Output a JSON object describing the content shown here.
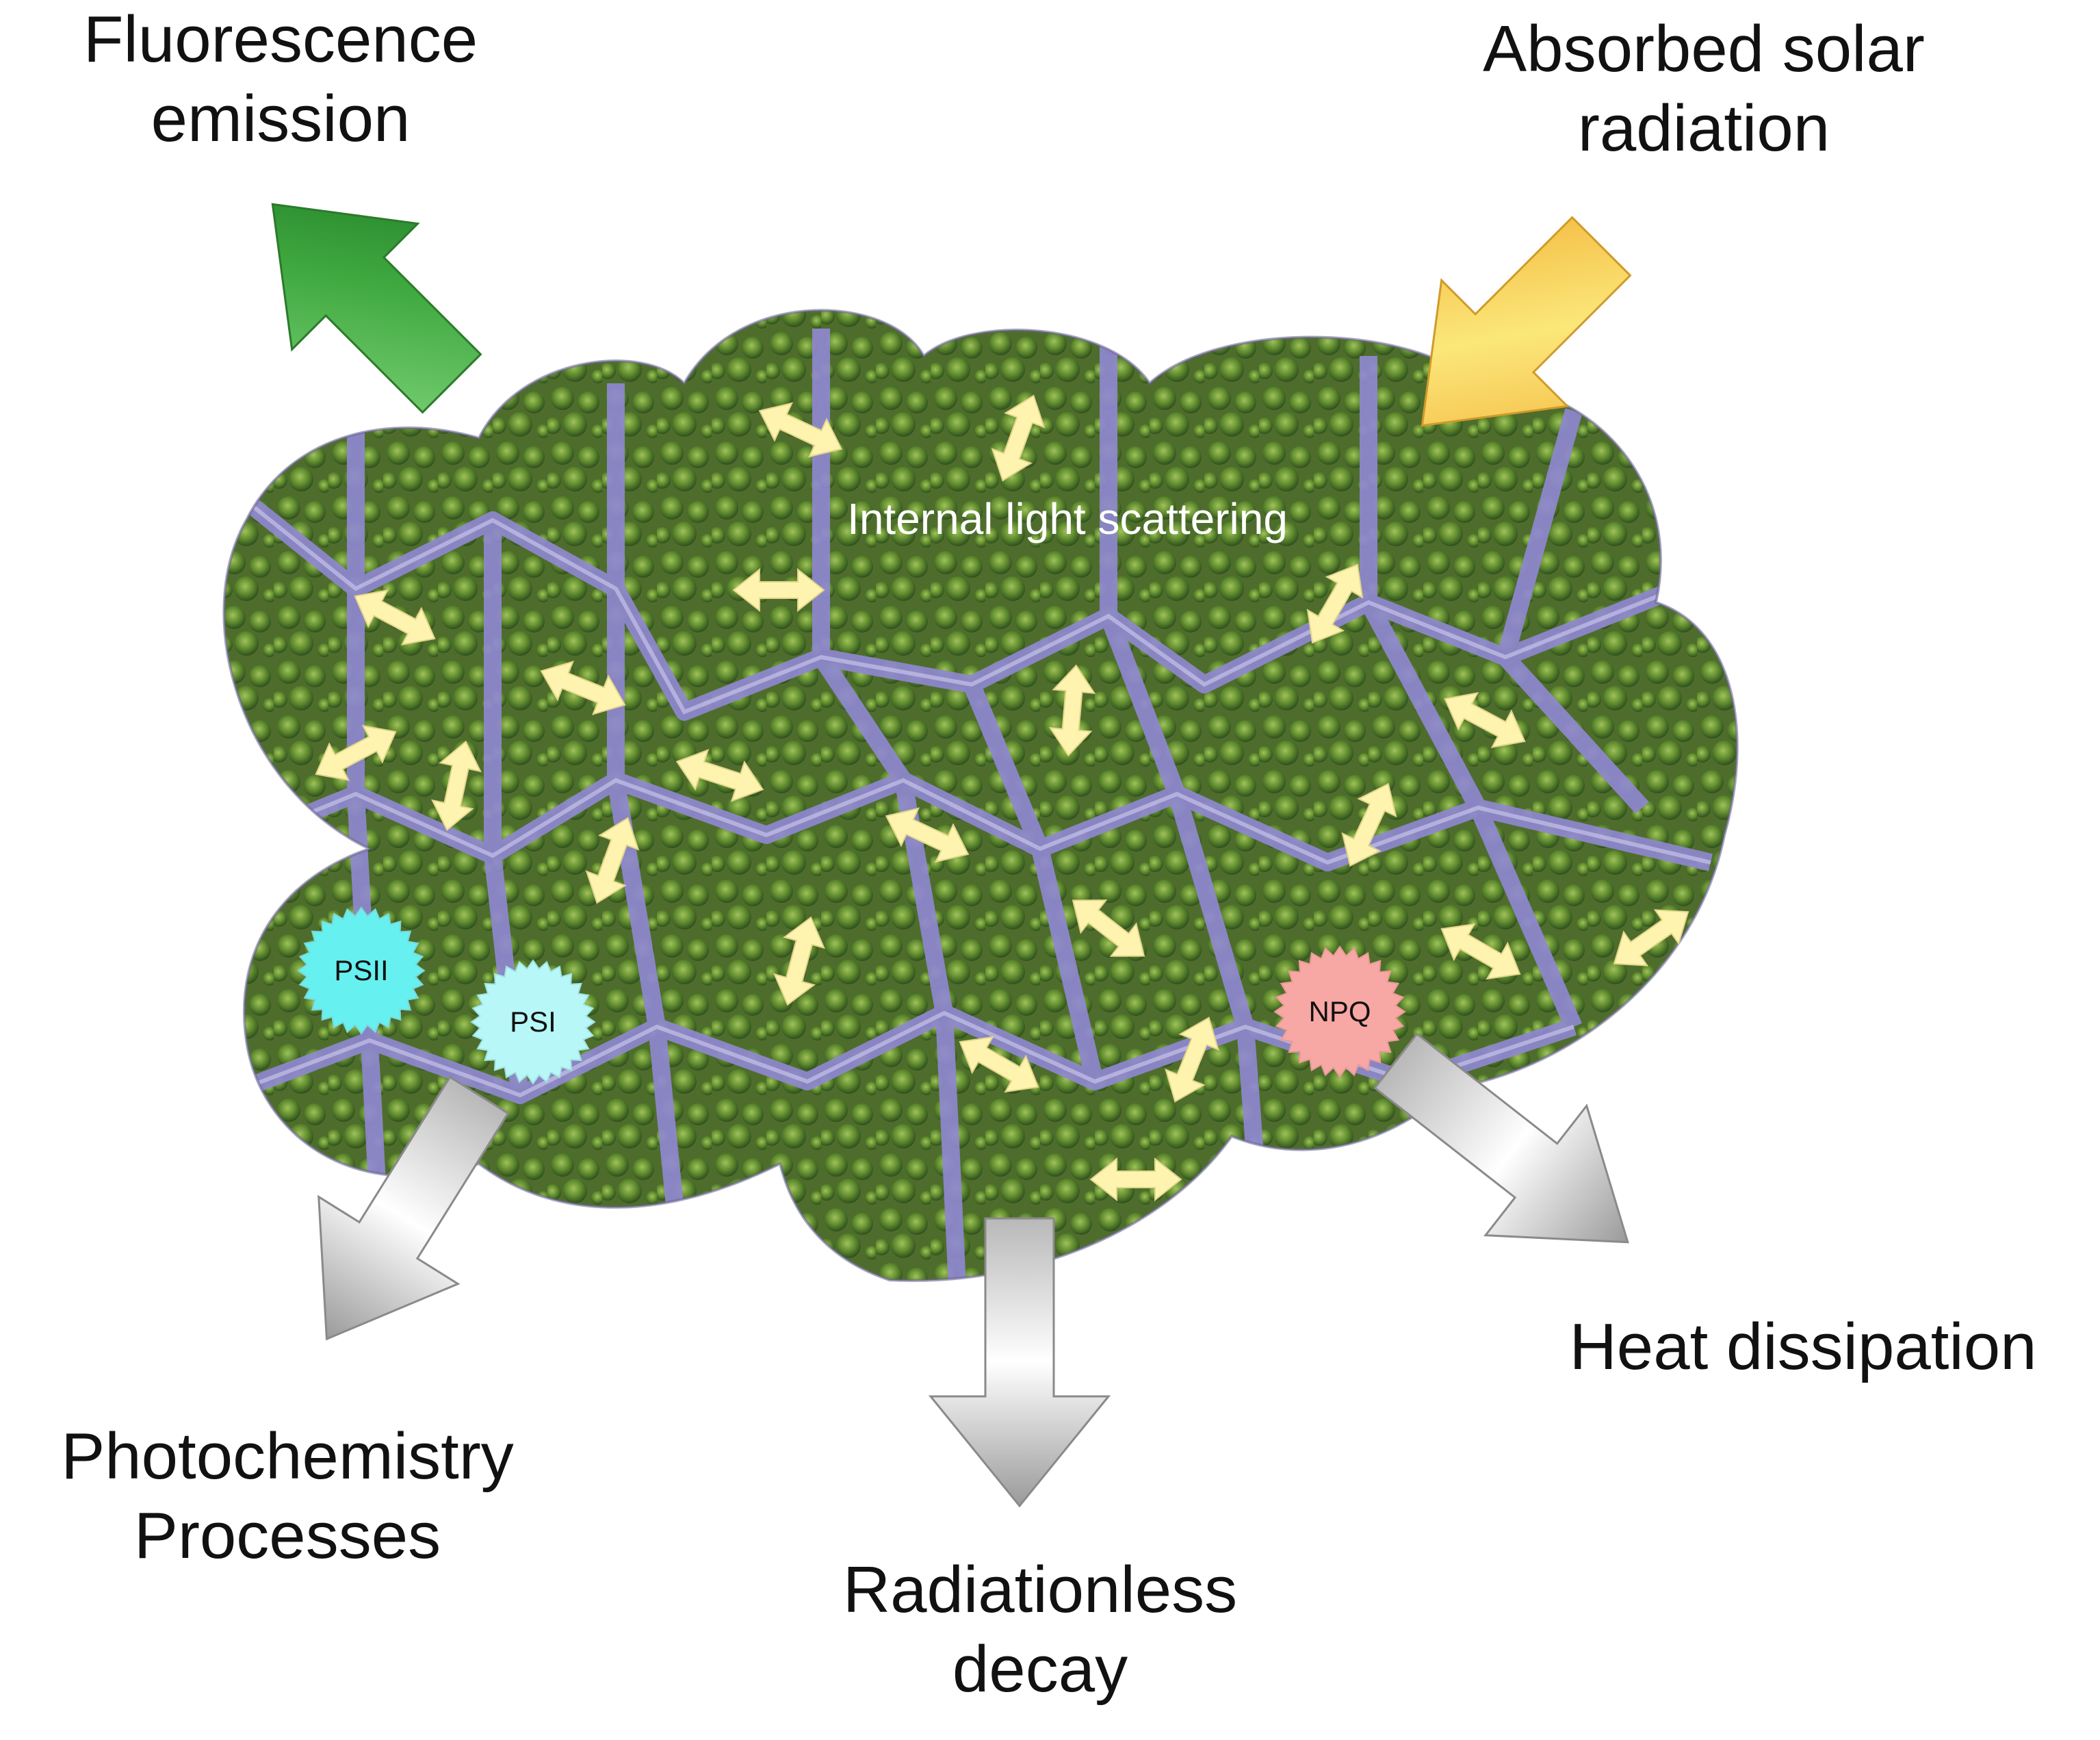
{
  "labels": {
    "fluorescence": [
      "Fluorescence",
      "emission"
    ],
    "absorbed": [
      "Absorbed solar",
      "radiation"
    ],
    "scattering": "Internal light scattering",
    "heat": "Heat dissipation",
    "photochemistry": [
      "Photochemistry",
      "Processes"
    ],
    "radiationless": [
      "Radiationless",
      "decay"
    ]
  },
  "badges": {
    "psii": "PSII",
    "psi": "PSI",
    "npq": "NPQ"
  },
  "colors": {
    "fluorescence_arrow": "#3aa53a",
    "absorbed_arrow": "#f4c43a",
    "output_arrows": "#d9d9d9",
    "scatter_arrows": "#fff3b0",
    "leaf_cells": "#6e8f3a",
    "cell_walls": "#8d86c9",
    "psii_badge": "#66f0f0",
    "psi_badge": "#b8f7f7",
    "npq_badge": "#f7a7a4"
  },
  "icons": {
    "scatter": "double-headed-arrow",
    "badge": "starburst"
  }
}
